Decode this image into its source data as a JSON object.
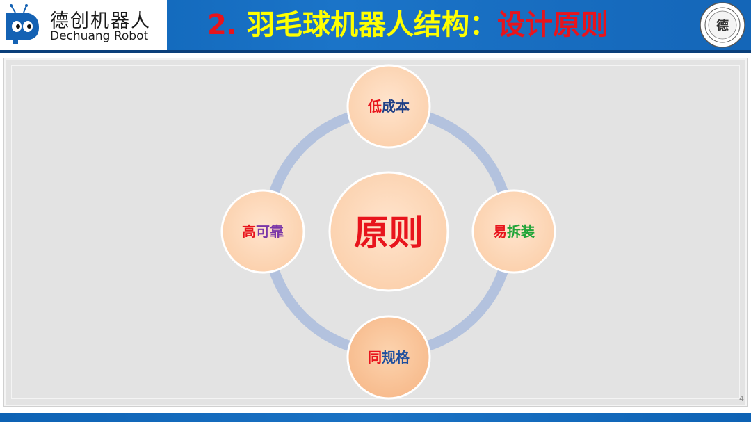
{
  "brand": {
    "name_cn": "德创机器人",
    "name_en": "Dechuang Robot"
  },
  "title": {
    "number": "2.",
    "main": "羽毛球机器人结构：",
    "accent": "设计原则"
  },
  "seal_label": "德",
  "diagram": {
    "center": "原则",
    "top": [
      {
        "text": "低",
        "color": "#e8141c"
      },
      {
        "text": "成本",
        "color": "#1f3f86"
      }
    ],
    "right": [
      {
        "text": "易",
        "color": "#e8141c"
      },
      {
        "text": "拆装",
        "color": "#22a539"
      }
    ],
    "bottom": [
      {
        "text": "同",
        "color": "#e8141c"
      },
      {
        "text": "规格",
        "color": "#1f4f9e"
      }
    ],
    "left": [
      {
        "text": "高",
        "color": "#e8141c"
      },
      {
        "text": "可靠",
        "color": "#7a36a8"
      }
    ]
  },
  "page_number": "4"
}
